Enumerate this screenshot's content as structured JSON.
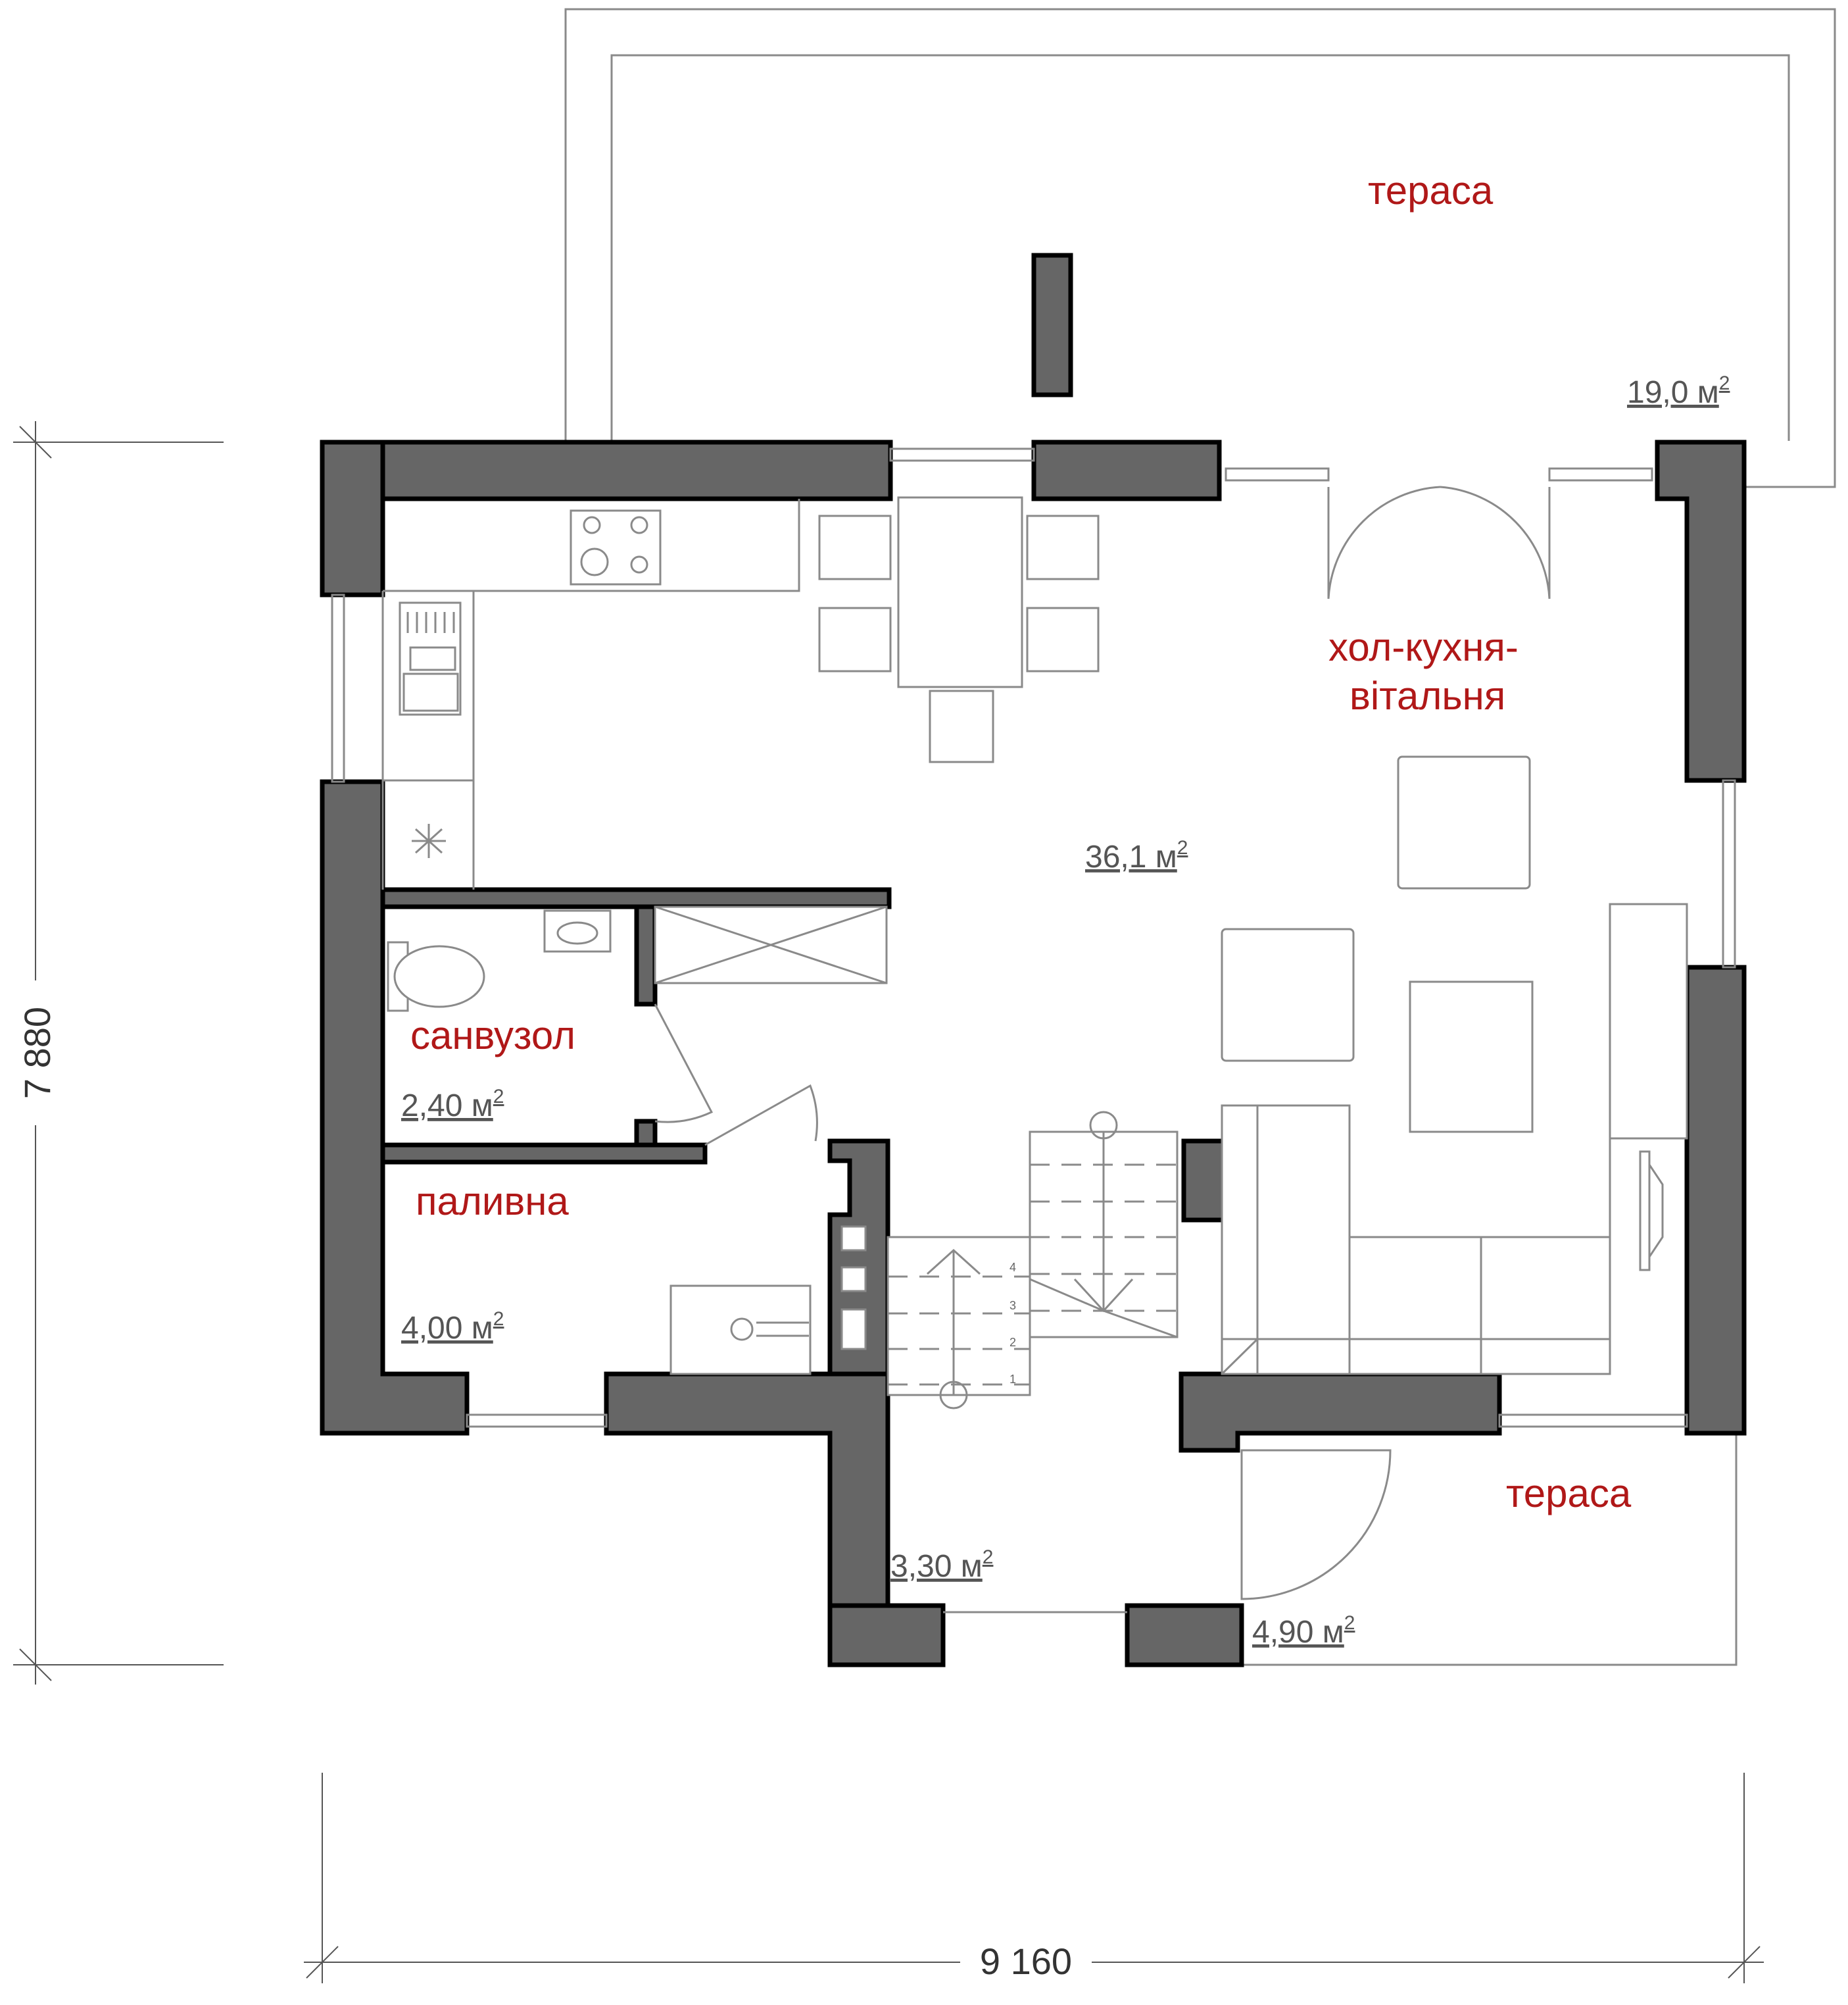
{
  "rooms": {
    "terrace_top": {
      "name": "тераса",
      "area": "19,0 м",
      "area_sup": "2"
    },
    "living": {
      "name_line1": "хол-кухня-",
      "name_line2": "вітальня",
      "area": "36,1 м",
      "area_sup": "2"
    },
    "bathroom": {
      "name": "санвузол",
      "area": "2,40 м",
      "area_sup": "2"
    },
    "boiler": {
      "name": "паливна",
      "area": "4,00 м",
      "area_sup": "2"
    },
    "entry": {
      "area": "3,30 м",
      "area_sup": "2"
    },
    "terrace_bottom": {
      "name": "тераса",
      "area": "4,90 м",
      "area_sup": "2"
    }
  },
  "dimensions": {
    "width": "9 160",
    "height": "7 880"
  },
  "stairs": {
    "step_numbers": [
      "1",
      "2",
      "3",
      "4"
    ]
  },
  "colors": {
    "wall": "#666666",
    "room_label": "#b01818",
    "line": "#8a8a8a"
  }
}
